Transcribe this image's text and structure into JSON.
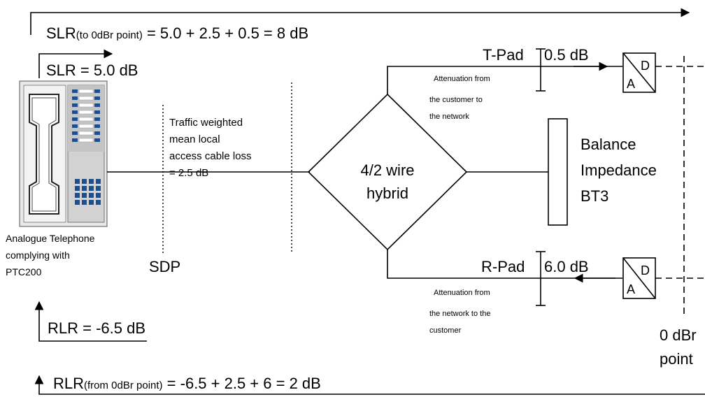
{
  "slr_total": {
    "prefix": "SLR",
    "sub": "(to 0dBr point)",
    "equation": " = 5.0 + 2.5 + 0.5 = 8 dB"
  },
  "slr_phone": "SLR = 5.0 dB",
  "rlr_phone": "RLR = -6.5 dB",
  "rlr_total": {
    "prefix": "RLR",
    "sub": "(from 0dBr point)",
    "equation": " = -6.5 + 2.5 + 6 = 2 dB"
  },
  "telephone": {
    "caption_lines": [
      "Analogue Telephone",
      "complying with",
      "PTC200"
    ]
  },
  "cable_note_lines": [
    "Traffic weighted",
    "mean local",
    "access cable loss",
    "= 2.5 dB"
  ],
  "sdp_label": "SDP",
  "hybrid_lines": [
    "4/2 wire",
    "hybrid"
  ],
  "balance_lines": [
    "Balance",
    "Impedance",
    "BT3"
  ],
  "t_pad": {
    "name": "T-Pad",
    "value": "0.5 dB",
    "note_lines": [
      "Attenuation from",
      "the customer to",
      "the network"
    ]
  },
  "r_pad": {
    "name": "R-Pad",
    "value": "6.0 dB",
    "note_lines": [
      "Attenuation from",
      "the network to the",
      "customer"
    ]
  },
  "converter_top": {
    "top": "D",
    "bottom": "A"
  },
  "converter_bottom": {
    "top": "D",
    "bottom": "A"
  },
  "reference_point_lines": [
    "0 dBr",
    "point"
  ]
}
